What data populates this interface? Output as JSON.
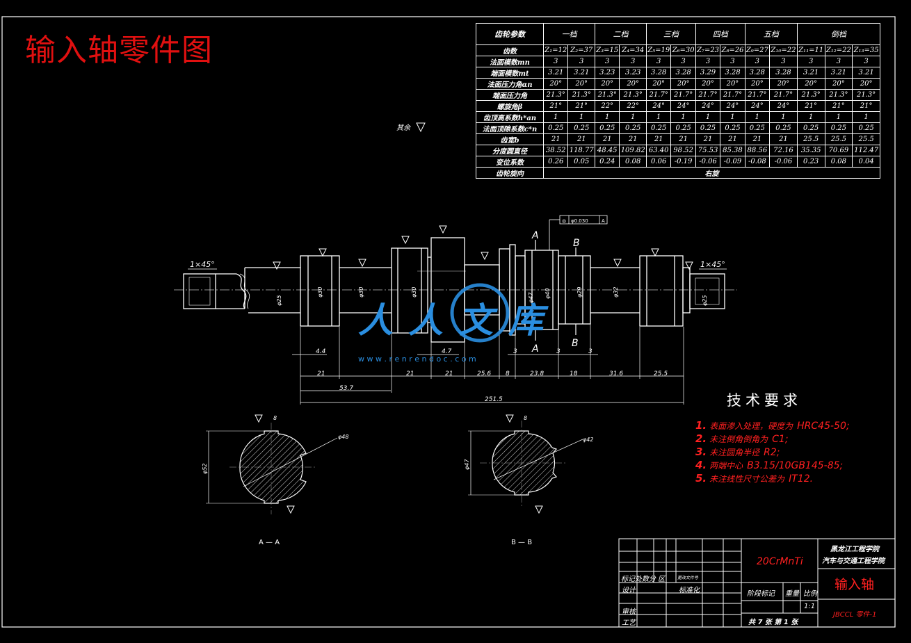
{
  "title": "输入轴零件图",
  "gear_table": {
    "header": "齿轮参数",
    "gear_columns": [
      "一档",
      "二档",
      "三档",
      "四档",
      "五档",
      "倒档"
    ],
    "rows": [
      {
        "label": "齿数",
        "values": [
          "Z₁=12",
          "Z₂=37",
          "Z₃=15",
          "Z₄=34",
          "Z₅=19",
          "Z₆=30",
          "Z₇=23",
          "Z₈=26",
          "Z₉=27",
          "Z₁₀=22",
          "Z₁₁=11",
          "Z₁₂=22",
          "Z₁₃=35"
        ]
      },
      {
        "label": "法面模数mn",
        "values": [
          "3",
          "3",
          "3",
          "3",
          "3",
          "3",
          "3",
          "3",
          "3",
          "3",
          "3",
          "3",
          "3"
        ]
      },
      {
        "label": "端面模数mt",
        "values": [
          "3.21",
          "3.21",
          "3.23",
          "3.23",
          "3.28",
          "3.28",
          "3.29",
          "3.28",
          "3.28",
          "3.28",
          "3.21",
          "3.21",
          "3.21"
        ]
      },
      {
        "label": "法面压力角αn",
        "values": [
          "20°",
          "20°",
          "20°",
          "20°",
          "20°",
          "20°",
          "20°",
          "20°",
          "20°",
          "20°",
          "20°",
          "20°",
          "20°"
        ]
      },
      {
        "label": "端面压力角",
        "values": [
          "21.3°",
          "21.3°",
          "21.3°",
          "21.3°",
          "21.7°",
          "21.7°",
          "21.7°",
          "21.7°",
          "21.7°",
          "21.7°",
          "21.3°",
          "21.3°",
          "21.3°"
        ]
      },
      {
        "label": "螺旋角β",
        "values": [
          "21°",
          "21°",
          "22°",
          "22°",
          "24°",
          "24°",
          "24°",
          "24°",
          "24°",
          "24°",
          "21°",
          "21°",
          "21°"
        ]
      },
      {
        "label": "齿顶高系数h*an",
        "values": [
          "1",
          "1",
          "1",
          "1",
          "1",
          "1",
          "1",
          "1",
          "1",
          "1",
          "1",
          "1",
          "1"
        ]
      },
      {
        "label": "法面顶隙系数c*n",
        "values": [
          "0.25",
          "0.25",
          "0.25",
          "0.25",
          "0.25",
          "0.25",
          "0.25",
          "0.25",
          "0.25",
          "0.25",
          "0.25",
          "0.25",
          "0.25"
        ]
      },
      {
        "label": "齿宽b",
        "values": [
          "21",
          "21",
          "21",
          "21",
          "21",
          "21",
          "21",
          "21",
          "21",
          "21",
          "25.5",
          "25.5",
          "25.5"
        ]
      },
      {
        "label": "分度圆直径",
        "values": [
          "38.52",
          "118.77",
          "48.45",
          "109.82",
          "63.40",
          "98.52",
          "75.53",
          "85.38",
          "88.56",
          "72.16",
          "35.35",
          "70.69",
          "112.47"
        ]
      },
      {
        "label": "变位系数",
        "values": [
          "0.26",
          "0.05",
          "0.24",
          "0.08",
          "0.06",
          "-0.19",
          "-0.06",
          "-0.09",
          "-0.08",
          "-0.06",
          "0.23",
          "0.08",
          "0.04"
        ]
      }
    ],
    "direction_label": "齿轮旋向",
    "direction_value": "右旋"
  },
  "annotations": {
    "surface_rest": "其余",
    "chamfer_left": "1×45°",
    "chamfer_right": "1×45°",
    "section_a": "A",
    "section_b": "B",
    "tolerance_frame": [
      "◎",
      "φ0.030",
      "A"
    ],
    "section_aa": "A — A",
    "section_bb": "B — B"
  },
  "dimensions": [
    "4.4",
    "21",
    "53.7",
    "21",
    "21",
    "4.7",
    "25.6",
    "8",
    "23.8",
    "18",
    "31.6",
    "25.5",
    "251.5",
    "3",
    "3",
    "3"
  ],
  "diameters": [
    "φ25",
    "φ30",
    "φ30",
    "φ30",
    "φ47",
    "φ40",
    "φ29",
    "φ32",
    "φ25"
  ],
  "section_dims": {
    "aa_outer": "φ48",
    "aa_height": "φ52",
    "aa_top": "8",
    "bb_outer": "φ42",
    "bb_height": "φ47",
    "bb_top": "8"
  },
  "tech_requirements": {
    "title": "技术要求",
    "items": [
      {
        "num": "1.",
        "text": "表面渗入处理，硬度为",
        "highlight": "HRC45-50;"
      },
      {
        "num": "2.",
        "text": "未注倒角倒角为",
        "highlight": "C1;"
      },
      {
        "num": "3.",
        "text": "未注圆角半径",
        "highlight": "R2;"
      },
      {
        "num": "4.",
        "text": "两端中心",
        "highlight": "B3.15/10GB145-85;"
      },
      {
        "num": "5.",
        "text": "未注线性尺寸公差为",
        "highlight": "IT12."
      }
    ]
  },
  "title_block": {
    "material": "20CrMnTi",
    "school": "黑龙江工程学院",
    "college": "汽车与交通工程学院",
    "part_name": "输入轴",
    "mark_zone": "标记处数分 区",
    "change_doc": "更改文件号",
    "design": "设计",
    "standardize": "标准化",
    "stage_mark": "阶段标记",
    "weight": "重量",
    "scale": "比例",
    "scale_value": "1:1",
    "review": "审核",
    "process": "工艺",
    "sheets": "共 7 张  第 1 张",
    "drawing_no": "JBCCL 零件-1"
  },
  "watermark": {
    "text": "人人文库",
    "url": "w w w . r e n r e n d o c . c o m"
  },
  "colors": {
    "background": "#000000",
    "lines": "#ffffff",
    "red": "#e01010",
    "watermark": "#2a8ee0"
  }
}
